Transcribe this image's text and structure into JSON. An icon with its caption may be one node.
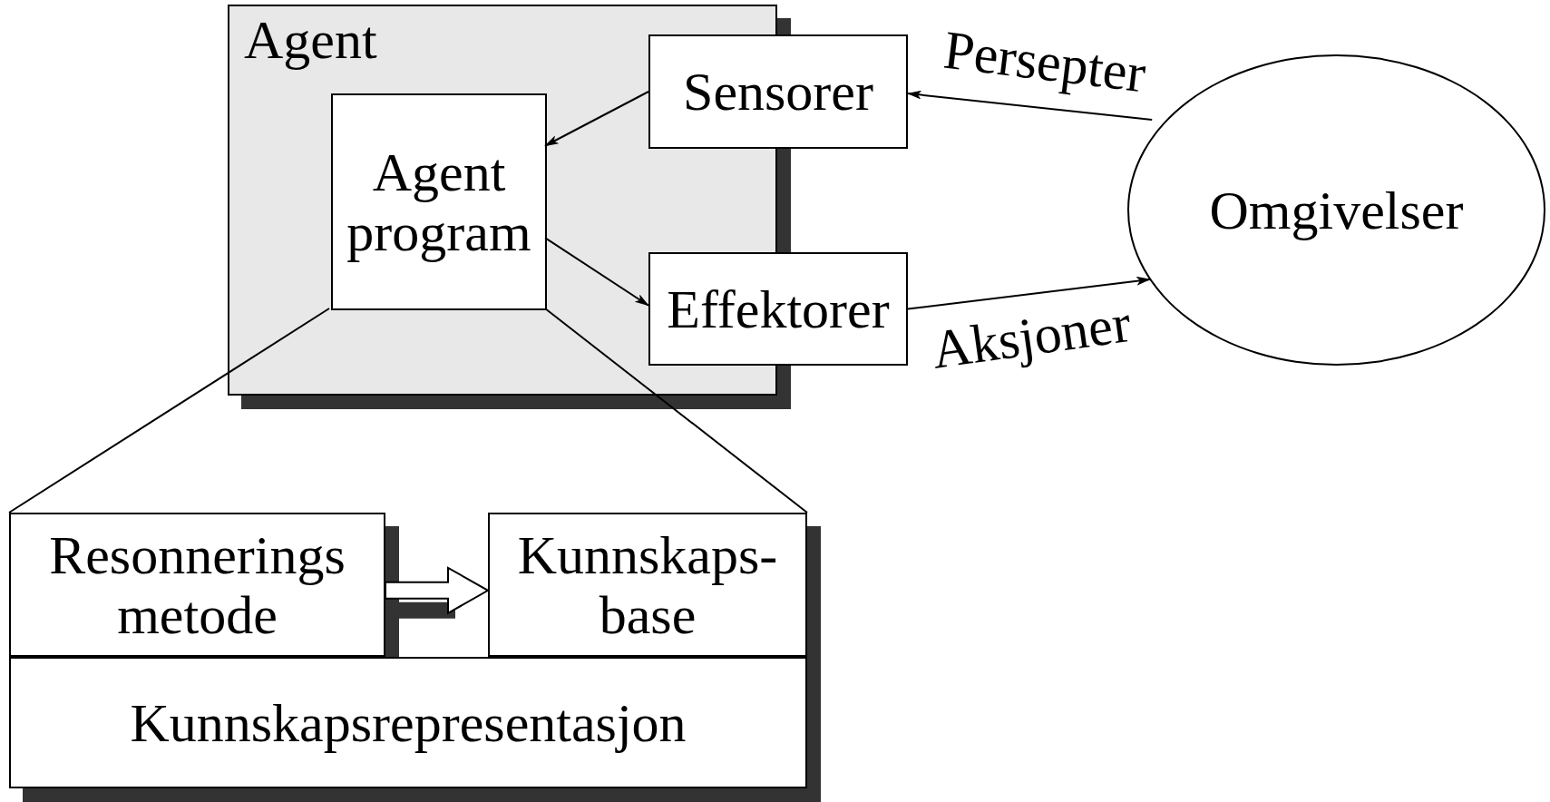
{
  "diagram": {
    "nodes": [
      {
        "text": [
          "Agent"
        ]
      },
      {
        "text": [
          "Sensorer"
        ]
      },
      {
        "text": [
          "Agent program"
        ],
        "in": 0
      },
      {
        "text": [
          "Effektorer"
        ]
      },
      {
        "text": [
          "Omgivelser"
        ]
      },
      {
        "text": [
          "Resonnerings metode"
        ]
      },
      {
        "text": [
          "Kunnskaps- base"
        ]
      },
      {
        "text": [
          "Kunnskapsrepresentasjon"
        ]
      }
    ],
    "edges": [
      {
        "from": 1,
        "to": 2,
        "arrow": "to"
      },
      {
        "from": 2,
        "to": 3,
        "arrow": "to"
      },
      {
        "from": 4,
        "to": 1,
        "arrow": "to",
        "label": "Persepter"
      },
      {
        "from": 3,
        "to": 4,
        "arrow": "to",
        "label": "Aksjoner"
      },
      {
        "from": 2,
        "to": 5,
        "arrow": "none"
      },
      {
        "from": 2,
        "to": 6,
        "arrow": "none"
      },
      {
        "from": 5,
        "to": 6,
        "arrow": "to",
        "style": "thick"
      }
    ]
  }
}
